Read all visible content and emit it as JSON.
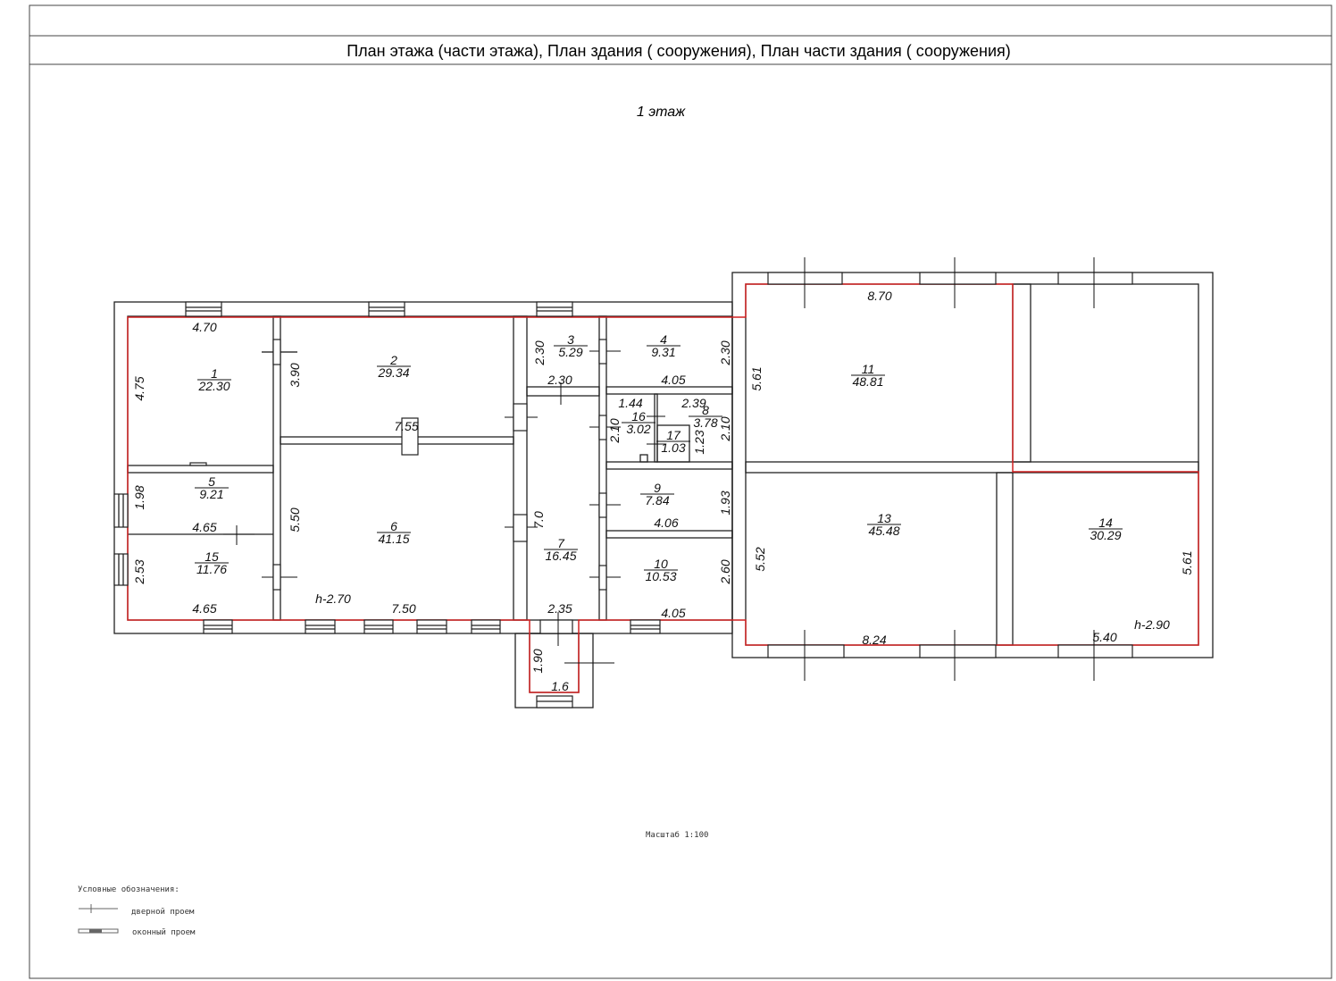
{
  "title": "План этажа (части этажа), План здания ( сооружения), План части здания ( сооружения)",
  "floor_label": "1 этаж",
  "scale_label": "Масштаб 1:100",
  "legend": {
    "heading": "Условные обозначения:",
    "door": "дверной проем",
    "window": "оконный проем"
  },
  "colors": {
    "outline": "#d02020",
    "walls": "#222222"
  },
  "rooms": [
    {
      "num": "1",
      "area": "22.30"
    },
    {
      "num": "2",
      "area": "29.34"
    },
    {
      "num": "5",
      "area": "9.21"
    },
    {
      "num": "15",
      "area": "11.76"
    },
    {
      "num": "6",
      "area": "41.15"
    },
    {
      "num": "3",
      "area": "5.29"
    },
    {
      "num": "4",
      "area": "9.31"
    },
    {
      "num": "16",
      "area": "3.02"
    },
    {
      "num": "8",
      "area": "3.78"
    },
    {
      "num": "17",
      "area": "1.03"
    },
    {
      "num": "9",
      "area": "7.84"
    },
    {
      "num": "7",
      "area": "16.45"
    },
    {
      "num": "10",
      "area": "10.53"
    },
    {
      "num": "11",
      "area": "48.81"
    },
    {
      "num": "13",
      "area": "45.48"
    },
    {
      "num": "14",
      "area": "30.29"
    }
  ],
  "dims_h": [
    "4.70",
    "7.55",
    "4.65",
    "4.65",
    "7.50",
    "h-2.70",
    "2.30",
    "4.05",
    "1.44",
    "2.39",
    "4.06",
    "4.05",
    "2.35",
    "1.6",
    "8.70",
    "8.24",
    "5.40",
    "h-2.90"
  ],
  "dims_v": [
    "4.75",
    "3.90",
    "1.98",
    "2.53",
    "5.50",
    "2.30",
    "2.30",
    "2.10",
    "1.23",
    "2.10",
    "1.93",
    "7.0",
    "2.60",
    "1.90",
    "5.61",
    "5.52",
    "5.61"
  ]
}
